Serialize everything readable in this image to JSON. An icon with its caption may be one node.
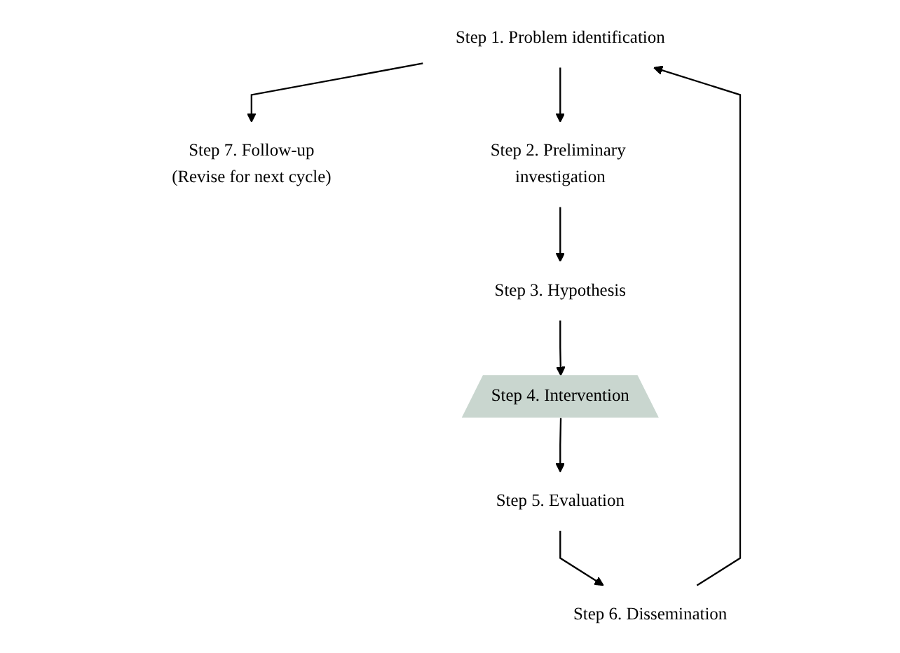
{
  "diagram": {
    "nodes": [
      {
        "text": [
          "Step 7. Follow-up",
          "(Revise for next cycle)"
        ]
      },
      {
        "text": [
          "Step 1. Problem identification"
        ]
      },
      {
        "text": [
          "Step 2. Preliminary investigation"
        ]
      },
      {
        "text": [
          "Step 6. Dissemination"
        ]
      },
      {
        "text": [
          "Step 5. Evaluation"
        ]
      },
      {
        "text": [
          "Step 3. Hypothesis"
        ]
      },
      {
        "text": [
          "Step 4. Intervention"
        ]
      }
    ],
    "edges": [
      {
        "from": 1,
        "to": 0,
        "arrow": "to"
      },
      {
        "from": 1,
        "to": 2,
        "arrow": "to"
      },
      {
        "from": 2,
        "to": 5,
        "arrow": "to"
      },
      {
        "from": 5,
        "to": 6,
        "arrow": "to"
      },
      {
        "from": 6,
        "to": 4,
        "arrow": "to"
      },
      {
        "from": 4,
        "to": 3,
        "arrow": "to"
      },
      {
        "from": 3,
        "to": 1,
        "arrow": "to"
      }
    ]
  }
}
